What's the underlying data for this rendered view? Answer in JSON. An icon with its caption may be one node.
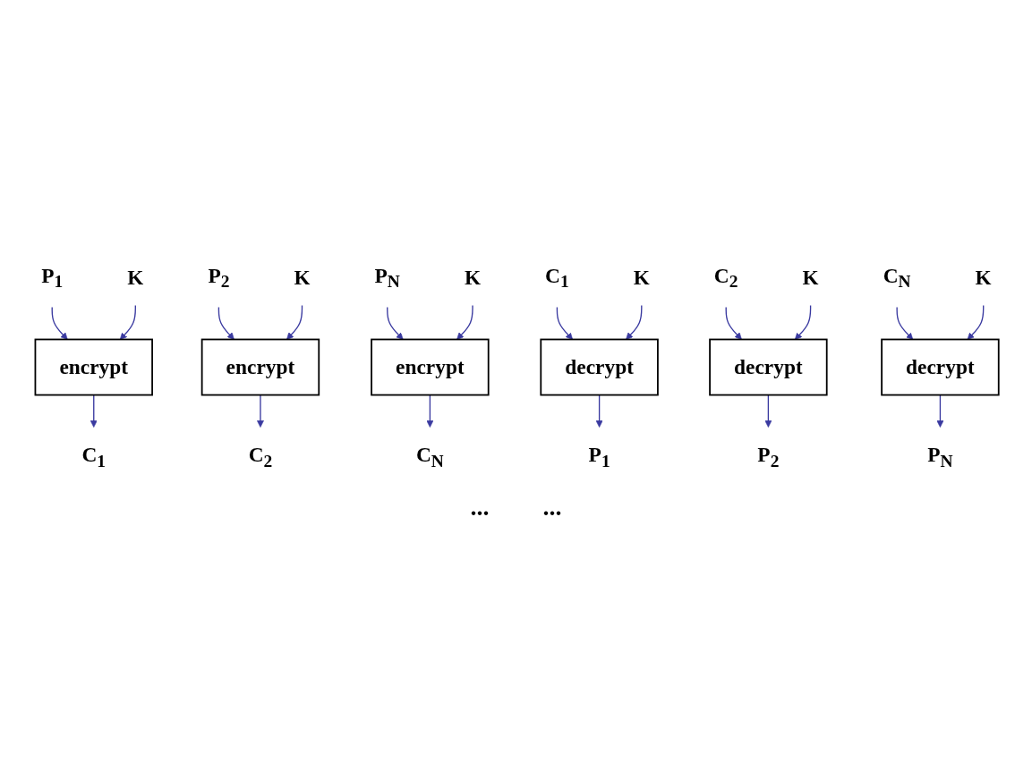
{
  "diagram": {
    "nodes": [
      {
        "text": [
          "P$_{1}$"
        ]
      },
      {
        "text": [
          "K"
        ]
      },
      {
        "text": [
          "encrypt"
        ]
      },
      {
        "text": [
          "C$_{1}$"
        ]
      },
      {
        "text": [
          "P$_{2}$"
        ]
      },
      {
        "text": [
          "K"
        ]
      },
      {
        "text": [
          "encrypt"
        ]
      },
      {
        "text": [
          "C$_{2}$"
        ]
      },
      {
        "text": [
          "P$_{N}$"
        ]
      },
      {
        "text": [
          "K"
        ]
      },
      {
        "text": [
          "encrypt"
        ]
      },
      {
        "text": [
          "C$_{N}$"
        ]
      },
      {
        "text": [
          "C$_{1}$"
        ]
      },
      {
        "text": [
          "K"
        ]
      },
      {
        "text": [
          "decrypt"
        ]
      },
      {
        "text": [
          "P$_{1}$"
        ]
      },
      {
        "text": [
          "C$_{2}$"
        ]
      },
      {
        "text": [
          "K"
        ]
      },
      {
        "text": [
          "decrypt"
        ]
      },
      {
        "text": [
          "P$_{2}$"
        ]
      },
      {
        "text": [
          "C$_{N}$"
        ]
      },
      {
        "text": [
          "K"
        ]
      },
      {
        "text": [
          "decrypt"
        ]
      },
      {
        "text": [
          "P$_{N}$"
        ]
      }
    ],
    "edges": [
      {
        "from": 0,
        "to": 2,
        "arrow": "to"
      },
      {
        "from": 1,
        "to": 2,
        "arrow": "to"
      },
      {
        "from": 2,
        "to": 3,
        "arrow": "to"
      },
      {
        "from": 4,
        "to": 6,
        "arrow": "to"
      },
      {
        "from": 5,
        "to": 6,
        "arrow": "to"
      },
      {
        "from": 6,
        "to": 7,
        "arrow": "to"
      },
      {
        "from": 8,
        "to": 10,
        "arrow": "to"
      },
      {
        "from": 9,
        "to": 10,
        "arrow": "to"
      },
      {
        "from": 10,
        "to": 11,
        "arrow": "to"
      },
      {
        "from": 12,
        "to": 14,
        "arrow": "to"
      },
      {
        "from": 13,
        "to": 14,
        "arrow": "to"
      },
      {
        "from": 14,
        "to": 15,
        "arrow": "to"
      },
      {
        "from": 16,
        "to": 18,
        "arrow": "to"
      },
      {
        "from": 17,
        "to": 18,
        "arrow": "to"
      },
      {
        "from": 18,
        "to": 19,
        "arrow": "to"
      },
      {
        "from": 20,
        "to": 22,
        "arrow": "to"
      },
      {
        "from": 21,
        "to": 22,
        "arrow": "to"
      },
      {
        "from": 22,
        "to": 23,
        "arrow": "to"
      }
    ],
    "labels": [
      "...",
      "..."
    ]
  }
}
